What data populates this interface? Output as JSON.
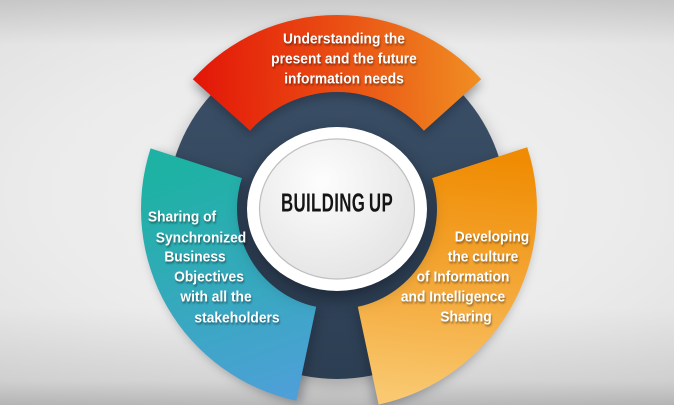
{
  "hub": {
    "title": "BUILDING UP",
    "title_color": "#151515",
    "fill_from": "#fdfdfd",
    "fill_to": "#e4e4e4",
    "ring_line_color": "#bfbfbf"
  },
  "wheel": {
    "ring_from": "#3c5169",
    "ring_to": "#2c3e52"
  },
  "segments": {
    "top": {
      "lines": [
        "Understanding the",
        "present and the future",
        "information needs"
      ],
      "gradient": {
        "from": "#e31508",
        "mid": "#ea4d13",
        "to": "#f08e22"
      }
    },
    "left": {
      "lines": [
        "Sharing of",
        "Synchronized",
        "Business",
        "Objectives",
        "with all the",
        "stakeholders"
      ],
      "gradient": {
        "from": "#1db2a3",
        "mid": "#38a8c0",
        "to": "#4f9fd9"
      }
    },
    "right": {
      "lines": [
        "Developing",
        "the culture",
        "of Information",
        "and Intelligence",
        "Sharing"
      ],
      "gradient": {
        "from": "#f08c03",
        "mid": "#f4a93a",
        "to": "#f9c870"
      }
    }
  },
  "background": {
    "base": "#ebebeb",
    "edge": "#c4c4c4"
  }
}
